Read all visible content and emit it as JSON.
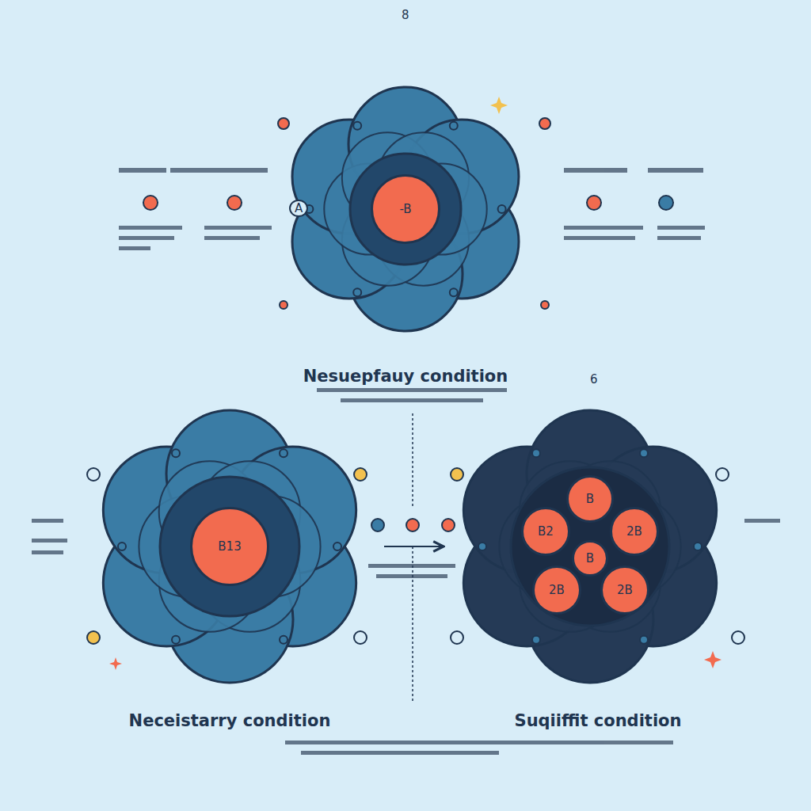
{
  "diagram": {
    "nodes": [
      {
        "text": [
          "Nesuepfauy condition"
        ]
      },
      {
        "text": [
          "-B"
        ],
        "in": 0
      },
      {
        "text": [
          "Neceistarry condition"
        ]
      },
      {
        "text": [
          "B13"
        ],
        "in": 2
      },
      {
        "text": [
          "Suqiiffit condition"
        ]
      },
      {
        "text": [
          "B"
        ],
        "in": 4
      },
      {
        "text": [
          "B2"
        ],
        "in": 4
      },
      {
        "text": [
          "2B"
        ],
        "in": 4
      },
      {
        "text": [
          "B"
        ],
        "in": 4
      },
      {
        "text": [
          "2B"
        ],
        "in": 4
      },
      {
        "text": [
          "2B"
        ],
        "in": 4
      }
    ],
    "edges": [
      {
        "from": 2,
        "to": 4,
        "arrow": "to"
      }
    ],
    "labels": [
      "8",
      "6",
      "A"
    ]
  }
}
